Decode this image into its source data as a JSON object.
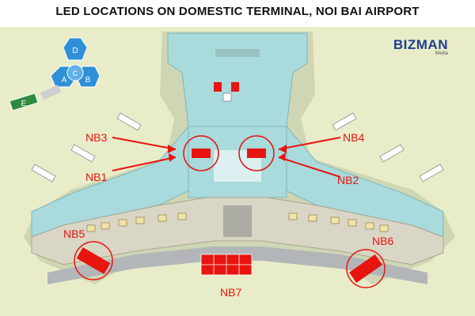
{
  "title": "LED LOCATIONS ON DOMESTIC TERMINAL, NOI BAI AIRPORT",
  "brand": {
    "name": "BIZMAN",
    "tagline": "Media"
  },
  "pier_key": {
    "labels": [
      "D",
      "A",
      "C",
      "B",
      "E"
    ],
    "colors": {
      "blue": "#2f8fd8",
      "green": "#2e8b3f"
    }
  },
  "led_markers": [
    "NB1",
    "NB2",
    "NB3",
    "NB4",
    "NB5",
    "NB6",
    "NB7"
  ],
  "colors": {
    "led": "#e8140f",
    "floor": "#a9dadc",
    "ground": "#e9ecc9",
    "apron": "#b3b6b9"
  }
}
